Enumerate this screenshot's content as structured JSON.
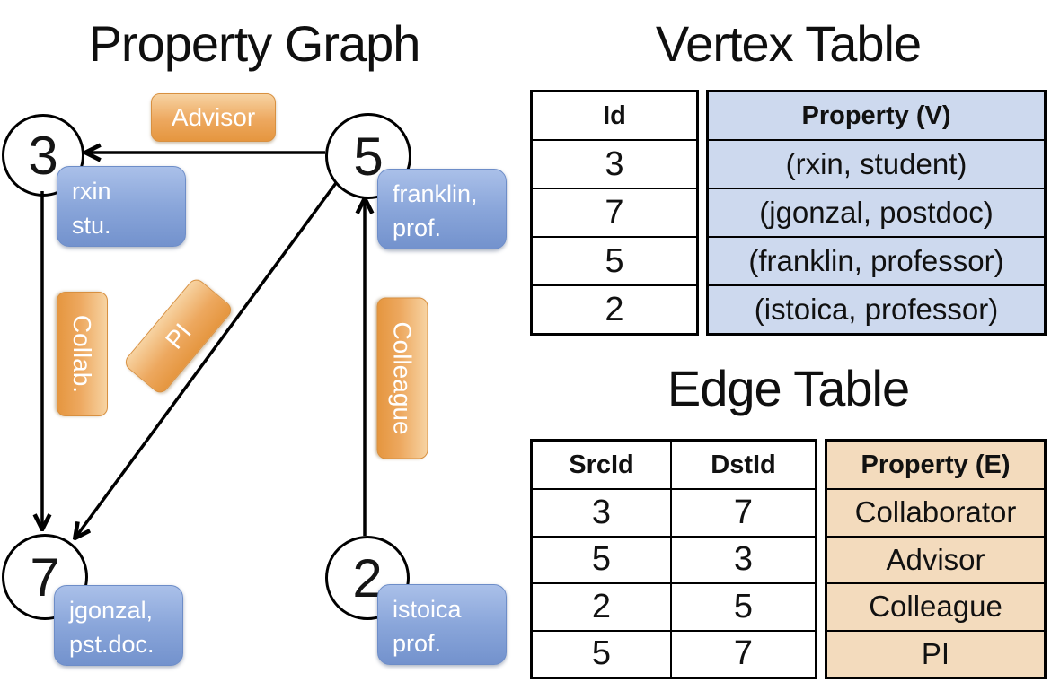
{
  "graph": {
    "title": "Property Graph",
    "nodes": [
      {
        "id": "3"
      },
      {
        "id": "5"
      },
      {
        "id": "7"
      },
      {
        "id": "2"
      }
    ],
    "edge_labels": [
      {
        "label": "Advisor"
      },
      {
        "label": "Collab."
      },
      {
        "label": "PI"
      },
      {
        "label": "Colleague"
      }
    ],
    "property_boxes": [
      {
        "line1": "rxin",
        "line2": "stu."
      },
      {
        "line1": "franklin,",
        "line2": "prof."
      },
      {
        "line1": "jgonzal,",
        "line2": "pst.doc."
      },
      {
        "line1": "istoica",
        "line2": "prof."
      }
    ]
  },
  "vertex_table": {
    "title": "Vertex Table",
    "headers": {
      "id": "Id",
      "property": "Property (V)"
    },
    "rows": [
      {
        "id": "3",
        "property": "(rxin, student)"
      },
      {
        "id": "7",
        "property": "(jgonzal, postdoc)"
      },
      {
        "id": "5",
        "property": "(franklin, professor)"
      },
      {
        "id": "2",
        "property": "(istoica, professor)"
      }
    ]
  },
  "edge_table": {
    "title": "Edge Table",
    "headers": {
      "src": "SrcId",
      "dst": "DstId",
      "property": "Property (E)"
    },
    "rows": [
      {
        "src": "3",
        "dst": "7",
        "property": "Collaborator"
      },
      {
        "src": "5",
        "dst": "3",
        "property": "Advisor"
      },
      {
        "src": "2",
        "dst": "5",
        "property": "Colleague"
      },
      {
        "src": "5",
        "dst": "7",
        "property": "PI"
      }
    ]
  },
  "colors": {
    "edge_label_orange": "#eda85f",
    "vertex_box_blue": "#8aa6da",
    "vertex_table_cell": "#cdd9ee",
    "edge_table_cell": "#f3dbbd",
    "line_black": "#000000"
  }
}
